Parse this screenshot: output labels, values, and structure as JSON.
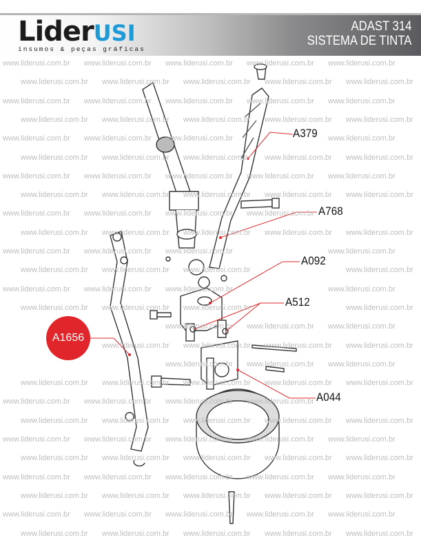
{
  "header": {
    "logo_main": "Lider",
    "logo_accent": "USI",
    "logo_tagline": "insumos & peças gráficas",
    "title_line1": "ADAST 314",
    "title_line2": "SISTEMA DE TINTA"
  },
  "watermark": "www.liderusi.com.br",
  "parts": [
    {
      "code": "A379"
    },
    {
      "code": "A768"
    },
    {
      "code": "A092"
    },
    {
      "code": "A512"
    },
    {
      "code": "A044"
    }
  ],
  "highlighted_part": {
    "code": "A1656",
    "color": "#e0262b"
  },
  "colors": {
    "accent": "#1e9bd7",
    "leader": "#e0262b"
  }
}
